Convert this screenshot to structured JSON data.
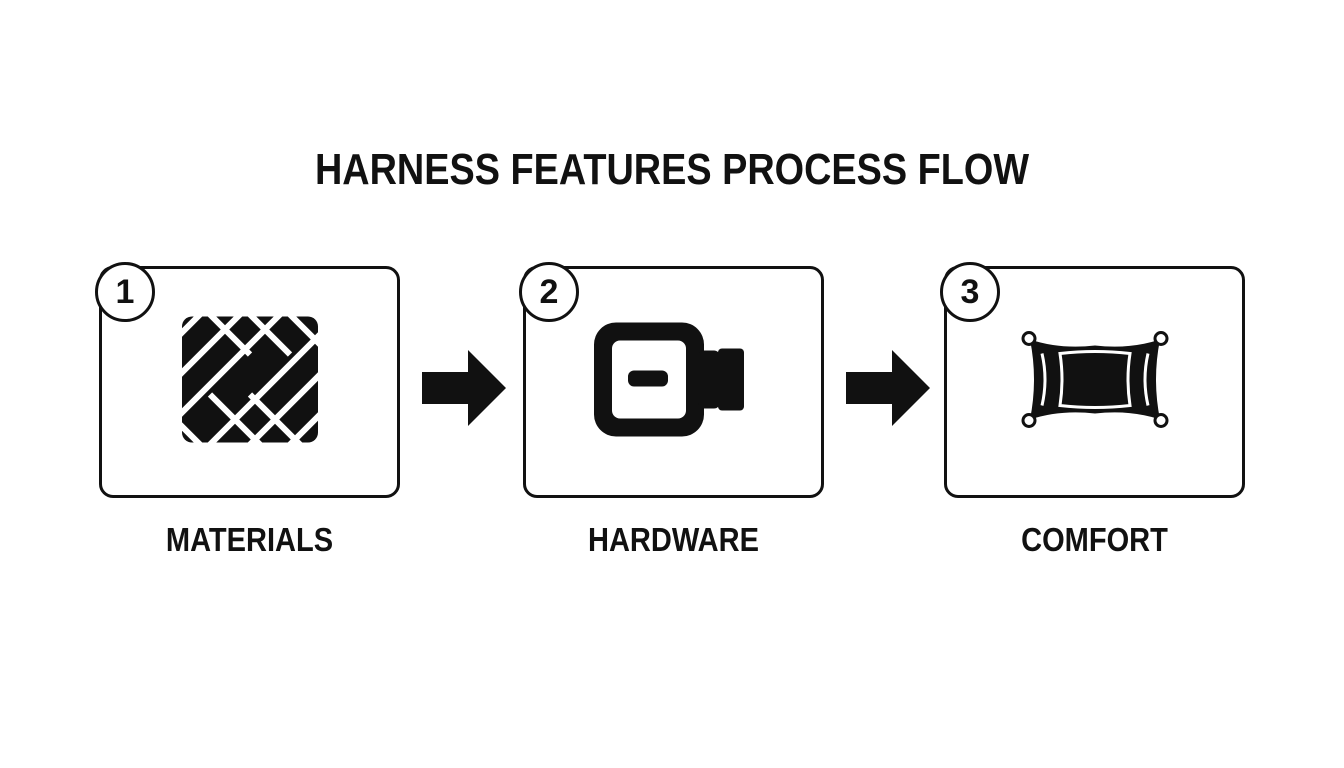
{
  "diagram": {
    "title": "HARNESS FEATURES PROCESS FLOW",
    "steps": [
      {
        "number": "1",
        "label": "MATERIALS",
        "icon": "woven-fabric-icon"
      },
      {
        "number": "2",
        "label": "HARDWARE",
        "icon": "buckle-icon"
      },
      {
        "number": "3",
        "label": "COMFORT",
        "icon": "padding-cushion-icon"
      }
    ],
    "connector": "arrow-right-icon"
  },
  "colors": {
    "stroke": "#111111",
    "background": "#ffffff"
  }
}
